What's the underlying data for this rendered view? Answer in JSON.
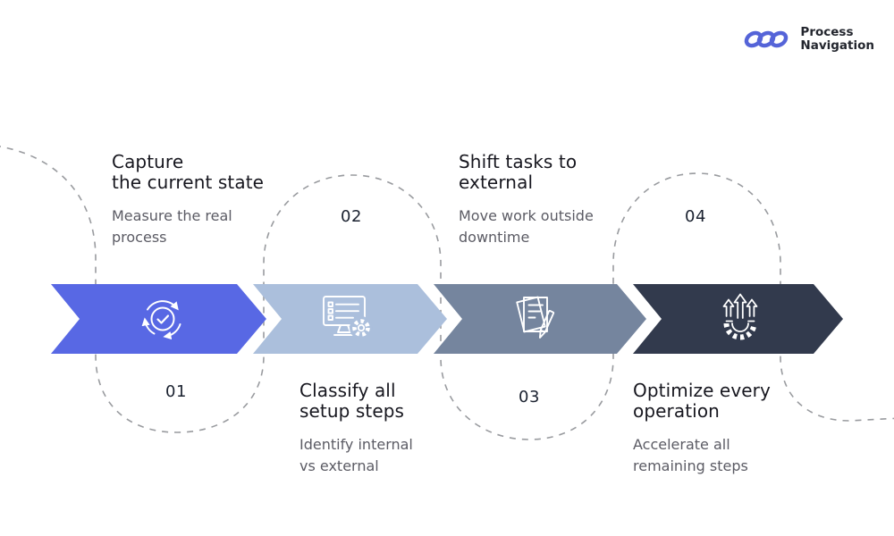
{
  "logo": {
    "brand_line1": "Process",
    "brand_line2": "Navigation"
  },
  "steps": [
    {
      "number": "01",
      "title_line1": "Capture",
      "title_line2": "the current state",
      "desc_line1": "Measure the real",
      "desc_line2": "process",
      "icon": "cycle-check-icon",
      "color": "#5868e4",
      "text_position": "above"
    },
    {
      "number": "02",
      "title_line1": "Classify all",
      "title_line2": "setup steps",
      "desc_line1": "Identify internal",
      "desc_line2": "vs external",
      "icon": "monitor-checklist-gear-icon",
      "color": "#abbfdc",
      "text_position": "below"
    },
    {
      "number": "03",
      "title_line1": "Shift tasks to",
      "title_line2": "external",
      "desc_line1": "Move work outside",
      "desc_line2": "downtime",
      "icon": "document-pencil-icon",
      "color": "#75859e",
      "text_position": "above"
    },
    {
      "number": "04",
      "title_line1": "Optimize every",
      "title_line2": "operation",
      "desc_line1": "Accelerate all",
      "desc_line2": "remaining steps",
      "icon": "gear-up-arrows-icon",
      "color": "#323a4d",
      "text_position": "below"
    }
  ],
  "colors": {
    "step1": "#5868e4",
    "step2": "#abbfdc",
    "step3": "#75859e",
    "step4": "#323a4d",
    "dashed_line": "#999b9f",
    "logo_mark": "#5564d8",
    "title_text": "#17171f",
    "desc_text": "#5b5b64",
    "icon_stroke": "#ffffff"
  }
}
